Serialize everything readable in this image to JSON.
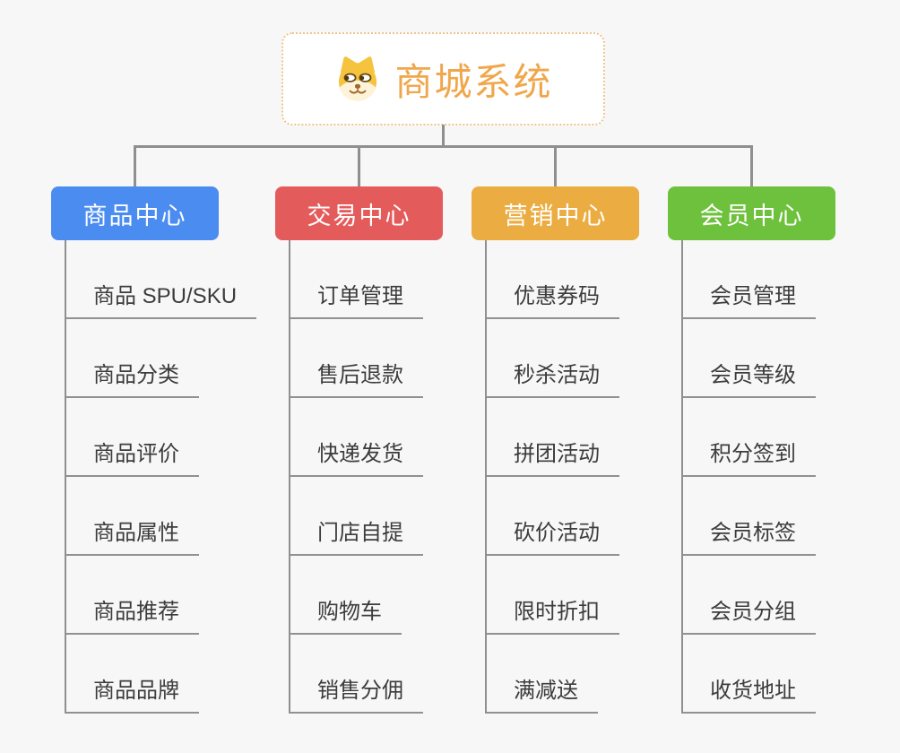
{
  "root": {
    "title": "商城系统",
    "icon": "dog-face-icon"
  },
  "columns": [
    {
      "label": "商品中心",
      "color": "#4a8cf0",
      "items": [
        "商品 SPU/SKU",
        "商品分类",
        "商品评价",
        "商品属性",
        "商品推荐",
        "商品品牌"
      ]
    },
    {
      "label": "交易中心",
      "color": "#e45b5b",
      "items": [
        "订单管理",
        "售后退款",
        "快递发货",
        "门店自提",
        "购物车",
        "销售分佣"
      ]
    },
    {
      "label": "营销中心",
      "color": "#ebac42",
      "items": [
        "优惠券码",
        "秒杀活动",
        "拼团活动",
        "砍价活动",
        "限时折扣",
        "满减送"
      ]
    },
    {
      "label": "会员中心",
      "color": "#6ec13c",
      "items": [
        "会员管理",
        "会员等级",
        "积分签到",
        "会员标签",
        "会员分组",
        "收货地址"
      ]
    }
  ],
  "colors": {
    "bg": "#f7f7f8",
    "line": "#8f8f8f",
    "underline": "#919191",
    "item_text": "#3c3c3c",
    "node_text": "#ffffff",
    "root_text": "#f0a74b",
    "root_border": "#eec48a",
    "root_bg": "#ffffff"
  }
}
